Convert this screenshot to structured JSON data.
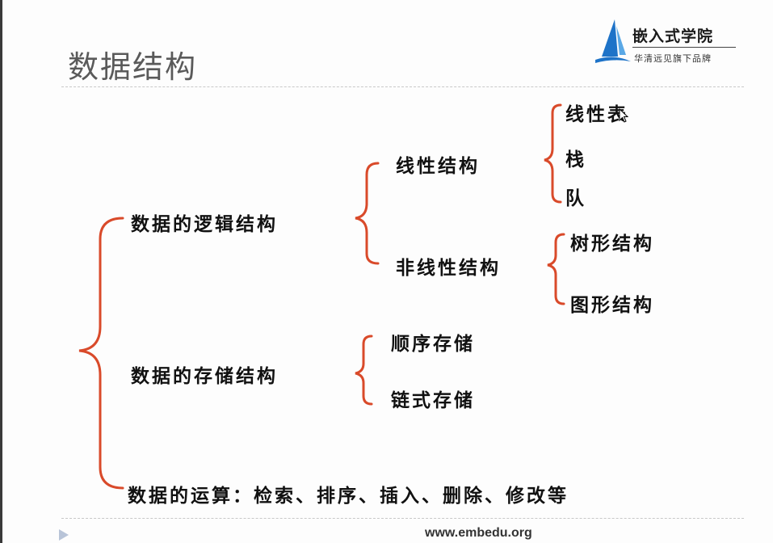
{
  "slide": {
    "title": "数据结构",
    "logo": {
      "name": "嵌入式学院",
      "tagline": "华清远见旗下品牌",
      "brand_color": "#1e73c8"
    },
    "tree": {
      "logical": {
        "label": "数据的逻辑结构",
        "linear": {
          "label": "线性结构",
          "items": [
            "线性表",
            "栈",
            "队"
          ]
        },
        "nonlinear": {
          "label": "非线性结构",
          "items": [
            "树形结构",
            "图形结构"
          ]
        }
      },
      "storage": {
        "label": "数据的存储结构",
        "items": [
          "顺序存储",
          "链式存储"
        ]
      },
      "operations": {
        "label": "数据的运算：检索、排序、插入、删除、修改等"
      }
    },
    "brace_color": "#d94a2a",
    "footer_url": "www.embedu.org"
  }
}
